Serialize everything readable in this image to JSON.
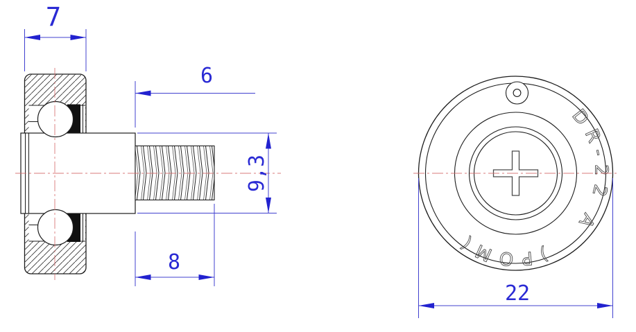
{
  "drawing": {
    "type": "technical-drawing",
    "part": "threaded bearing roller",
    "dimensions": {
      "bearing_width": "7",
      "boss_length": "6",
      "shoulder_diameter": "9,3",
      "thread_length": "8",
      "outer_diameter": "22"
    },
    "markings": {
      "part_number": "DR-22",
      "variant": "A",
      "material": ")POM("
    },
    "colors": {
      "dimension_blue": "#2a2ad4",
      "outline_black": "#1c1c1c",
      "centerline_red": "#d46a6a",
      "engraving_gray": "#4a4a4a"
    }
  }
}
